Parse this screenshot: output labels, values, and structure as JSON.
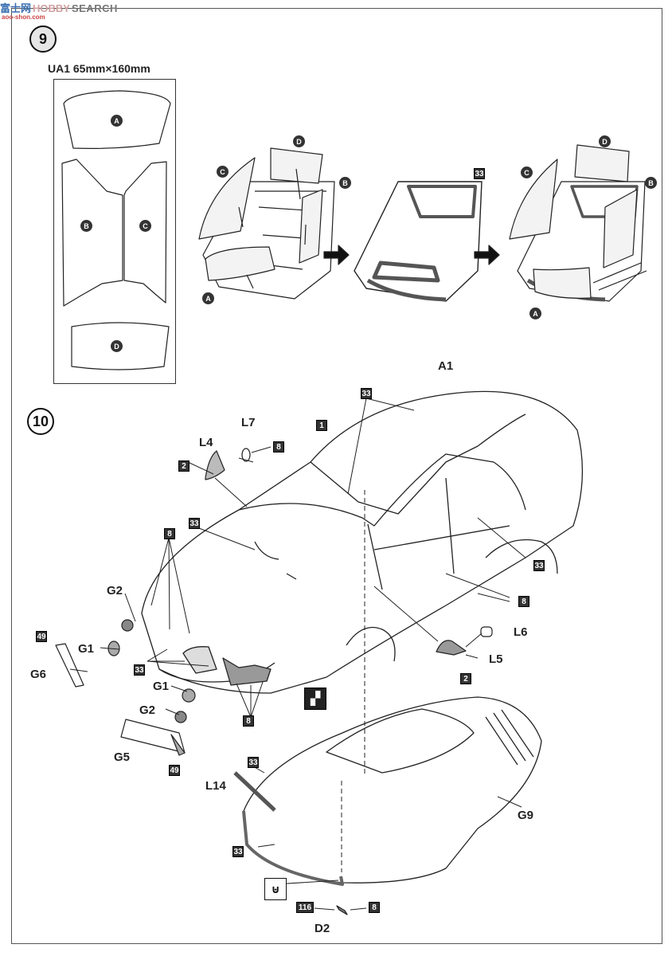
{
  "watermark": {
    "brand_cn": "富士网",
    "brand_hobby": "HOBBY",
    "brand_search": "SEARCH",
    "url": "aoo-shon.com"
  },
  "step9": {
    "number": "9",
    "sheet_title": "UA1  65mm×160mm",
    "parts": {
      "a": "A",
      "b": "B",
      "c": "C",
      "d": "D"
    },
    "marker": "33"
  },
  "step10": {
    "number": "10",
    "labels": {
      "a1": "A1",
      "l7": "L7",
      "l4": "L4",
      "l6": "L6",
      "l5": "L5",
      "g1": "G1",
      "g2": "G2",
      "g5": "G5",
      "g6": "G6",
      "g9": "G9",
      "l14": "L14",
      "d2": "D2"
    },
    "markers": {
      "m1": "1",
      "m2": "2",
      "m8": "8",
      "m33": "33",
      "m49": "49",
      "m116": "116"
    }
  }
}
